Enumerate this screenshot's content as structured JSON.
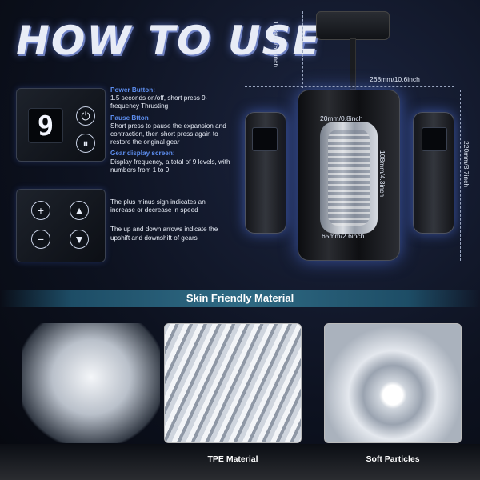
{
  "title": "HOW TO USE",
  "control_panel": {
    "display_digit": "9",
    "icons": [
      "power-icon",
      "pause-icon",
      "plus-icon",
      "up-arrow-icon",
      "minus-icon",
      "down-arrow-icon"
    ]
  },
  "instructions": {
    "power_heading": "Power Button:",
    "power_text": "1.5 seconds on/off, short press 9-frequency Thrusting",
    "pause_heading": "Pause Btton",
    "pause_text": "Short press to pause the expansion and contraction, then short press again to restore the original gear",
    "gear_heading": "Gear display screen:",
    "gear_text": "Display frequency, a total of 9 levels, with numbers from 1 to 9",
    "plus_minus_text": "The plus minus sign indicates an increase or decrease in speed",
    "arrows_text": "The up and down arrows indicate the upshift and downshift of gears"
  },
  "dimensions": {
    "height_top": "168mm/6.6inch",
    "width": "268mm/10.6inch",
    "height_total": "220mm/8.7inch",
    "inner_diameter": "20mm/0.8inch",
    "sleeve_length": "108mm/4.3inch",
    "sleeve_width": "65mm/2.6inch"
  },
  "material": {
    "banner": "Skin Friendly Material",
    "caption_1": "TPE Material",
    "caption_2": "Soft Particles"
  },
  "colors": {
    "accent_blue": "#5d8ef0",
    "banner_teal": "#2f6a84"
  }
}
